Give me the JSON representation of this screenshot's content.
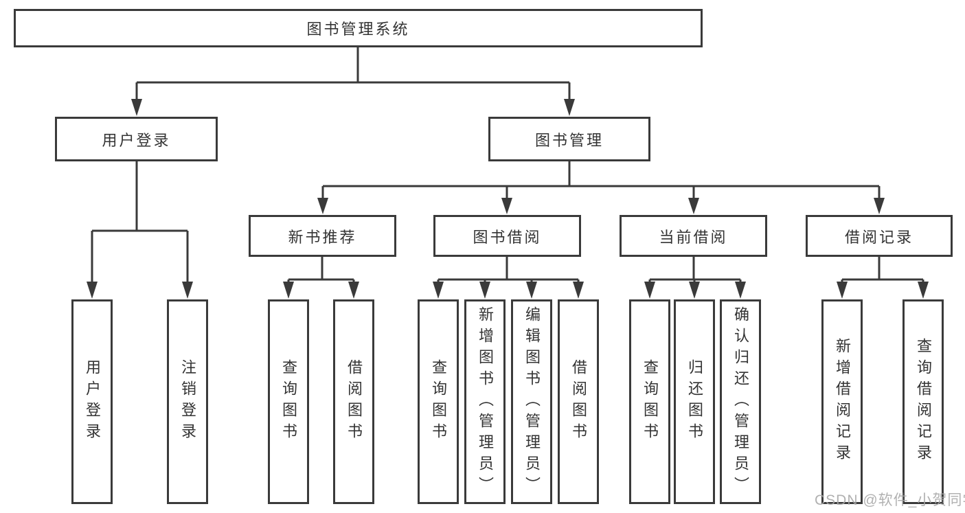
{
  "diagram": {
    "root": {
      "label": "图书管理系统"
    },
    "branches": [
      {
        "label": "用户登录",
        "children": [
          {
            "label": "用户登录"
          },
          {
            "label": "注销登录"
          }
        ]
      },
      {
        "label": "图书管理",
        "children": [
          {
            "label": "新书推荐",
            "children": [
              {
                "label": "查询图书"
              },
              {
                "label": "借阅图书"
              }
            ]
          },
          {
            "label": "图书借阅",
            "children": [
              {
                "label": "查询图书"
              },
              {
                "label": "新增图书（管理员）"
              },
              {
                "label": "编辑图书（管理员）"
              },
              {
                "label": "借阅图书"
              }
            ]
          },
          {
            "label": "当前借阅",
            "children": [
              {
                "label": "查询图书"
              },
              {
                "label": "归还图书"
              },
              {
                "label": "确认归还（管理员）"
              }
            ]
          },
          {
            "label": "借阅记录",
            "children": [
              {
                "label": "新增借阅记录"
              },
              {
                "label": "查询借阅记录"
              }
            ]
          }
        ]
      }
    ]
  },
  "watermark": {
    "text": "CSDN @软件_小贺同学"
  },
  "colors": {
    "line": "#3a3a3a",
    "text": "#333333",
    "background": "#ffffff",
    "watermark": "#a6a6a6"
  }
}
